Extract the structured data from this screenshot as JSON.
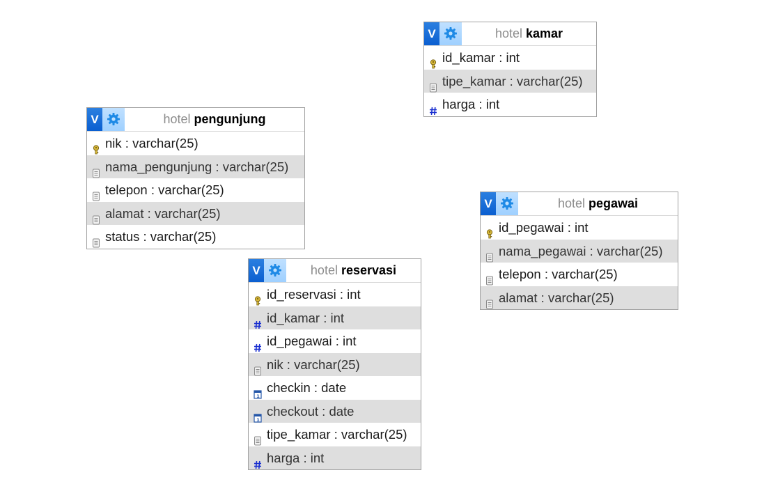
{
  "diagram": {
    "tables": [
      {
        "key": "kamar",
        "db": "hotel",
        "name": "kamar",
        "toggle_label": "V",
        "columns": [
          {
            "text": "id_kamar : int",
            "icon": "key-icon"
          },
          {
            "text": "tipe_kamar : varchar(25)",
            "icon": "text-field-icon"
          },
          {
            "text": "harga : int",
            "icon": "number-hash-icon"
          }
        ]
      },
      {
        "key": "pengunjung",
        "db": "hotel",
        "name": "pengunjung",
        "toggle_label": "V",
        "columns": [
          {
            "text": "nik : varchar(25)",
            "icon": "key-icon"
          },
          {
            "text": "nama_pengunjung : varchar(25)",
            "icon": "text-field-icon"
          },
          {
            "text": "telepon : varchar(25)",
            "icon": "text-field-icon"
          },
          {
            "text": "alamat : varchar(25)",
            "icon": "text-field-icon"
          },
          {
            "text": "status : varchar(25)",
            "icon": "text-field-icon"
          }
        ]
      },
      {
        "key": "pegawai",
        "db": "hotel",
        "name": "pegawai",
        "toggle_label": "V",
        "columns": [
          {
            "text": "id_pegawai : int",
            "icon": "key-icon"
          },
          {
            "text": "nama_pegawai : varchar(25)",
            "icon": "text-field-icon"
          },
          {
            "text": "telepon : varchar(25)",
            "icon": "text-field-icon"
          },
          {
            "text": "alamat : varchar(25)",
            "icon": "text-field-icon"
          }
        ]
      },
      {
        "key": "reservasi",
        "db": "hotel",
        "name": "reservasi",
        "toggle_label": "V",
        "columns": [
          {
            "text": "id_reservasi : int",
            "icon": "key-icon"
          },
          {
            "text": "id_kamar : int",
            "icon": "number-hash-icon"
          },
          {
            "text": "id_pegawai : int",
            "icon": "number-hash-icon"
          },
          {
            "text": "nik : varchar(25)",
            "icon": "text-field-icon"
          },
          {
            "text": "checkin : date",
            "icon": "calendar-icon"
          },
          {
            "text": "checkout : date",
            "icon": "calendar-icon"
          },
          {
            "text": "tipe_kamar : varchar(25)",
            "icon": "text-field-icon"
          },
          {
            "text": "harga : int",
            "icon": "number-hash-icon"
          }
        ]
      }
    ]
  }
}
